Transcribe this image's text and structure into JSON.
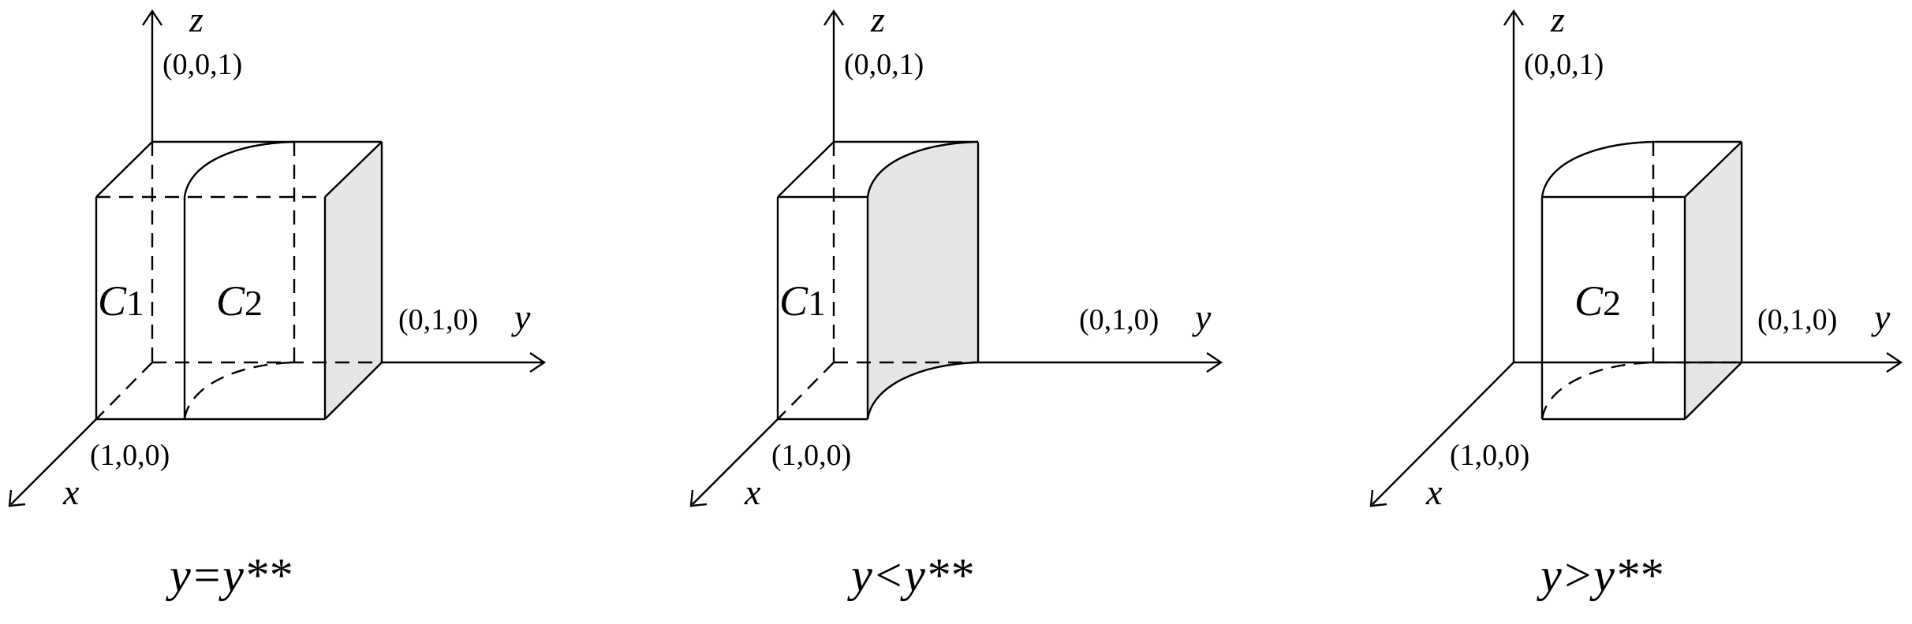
{
  "panels": [
    {
      "caption": "y=y**",
      "axes": {
        "x": "x",
        "y": "y",
        "z": "z"
      },
      "points": {
        "z_unit": "(0,0,1)",
        "y_unit": "(0,1,0)",
        "x_unit": "(1,0,0)"
      },
      "regions": {
        "c1_letter": "C",
        "c1_sub": "1",
        "c2_letter": "C",
        "c2_sub": "2"
      }
    },
    {
      "caption": "y<y**",
      "axes": {
        "x": "x",
        "y": "y",
        "z": "z"
      },
      "points": {
        "z_unit": "(0,0,1)",
        "y_unit": "(0,1,0)",
        "x_unit": "(1,0,0)"
      },
      "regions": {
        "c1_letter": "C",
        "c1_sub": "1"
      }
    },
    {
      "caption": "y>y**",
      "axes": {
        "x": "x",
        "y": "y",
        "z": "z"
      },
      "points": {
        "z_unit": "(0,0,1)",
        "y_unit": "(0,1,0)",
        "x_unit": "(1,0,0)"
      },
      "regions": {
        "c2_letter": "C",
        "c2_sub": "2"
      }
    }
  ]
}
